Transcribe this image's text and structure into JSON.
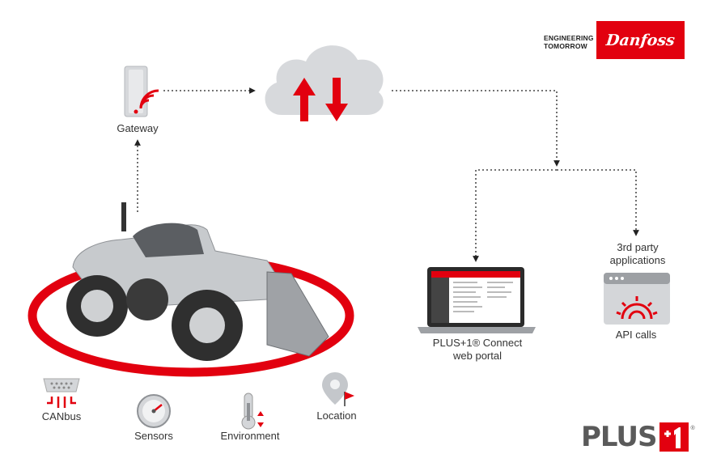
{
  "brand": {
    "tagline_line1": "ENGINEERING",
    "tagline_line2": "TOMORROW",
    "logo_text": "Danfoss",
    "plus1_word": "PLUS",
    "plus1_num": "1",
    "plus1_reg": "®"
  },
  "nodes": {
    "gateway": "Gateway",
    "portal_line1": "PLUS+1® Connect",
    "portal_line2": "web portal",
    "third_party_line1": "3rd party",
    "third_party_line2": "applications",
    "api_calls": "API calls"
  },
  "sensors": {
    "canbus": "CANbus",
    "sensors": "Sensors",
    "environment": "Environment",
    "location": "Location"
  },
  "colors": {
    "accent_red": "#e2000f",
    "cloud_gray": "#d7d9dc",
    "device_gray": "#c9ccd0",
    "text_dark": "#333333"
  }
}
